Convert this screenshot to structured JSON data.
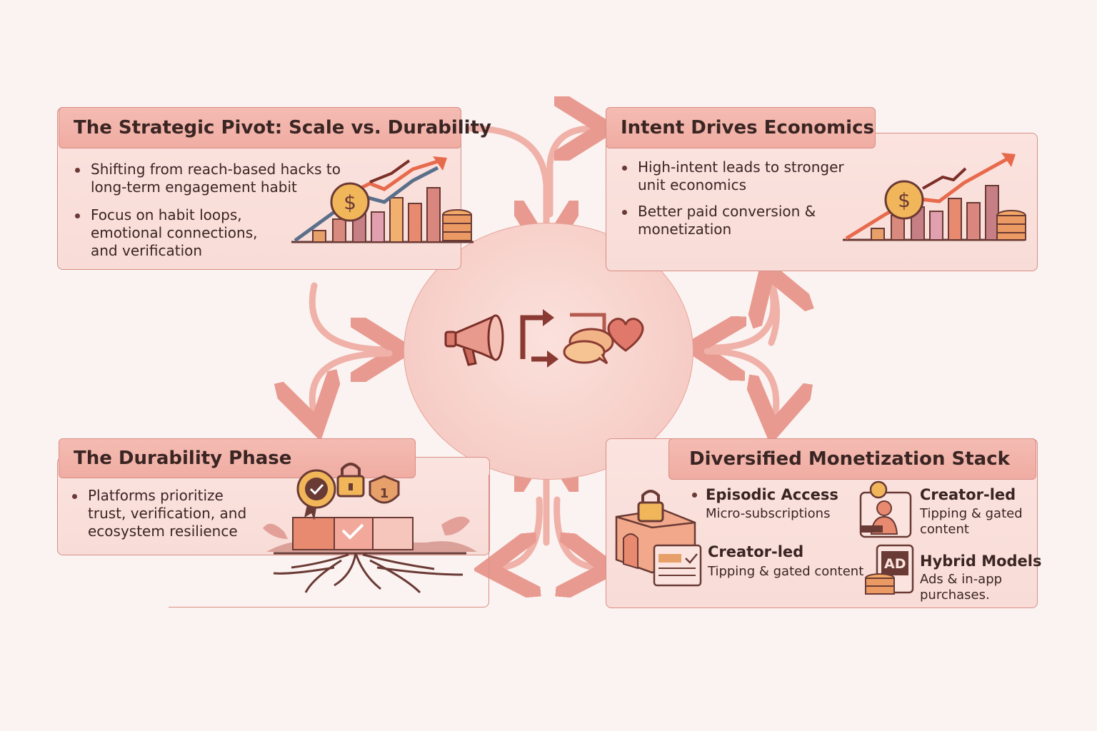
{
  "center": {
    "icons": [
      "megaphone-icon",
      "cycle-arrows-icon",
      "speech-bubbles-icon",
      "heart-icon"
    ]
  },
  "panels": {
    "strategic_pivot": {
      "title": "The Strategic Pivot: Scale vs. Durability",
      "bullets": [
        "Shifting from reach-based hacks to long-term engagement habit",
        "Focus on habit loops, emotional connections, and verification"
      ]
    },
    "intent": {
      "title": "Intent Drives Economics",
      "bullets": [
        "High-intent leads to stronger unit economics",
        "Better paid conversion & monetization"
      ]
    },
    "durability": {
      "title": "The Durability Phase",
      "bullets": [
        "Platforms prioritize trust, verification, and ecosystem resilience"
      ]
    },
    "monetization": {
      "title": "Diversified Monetization Stack",
      "items": [
        {
          "title": "Episodic Access",
          "sub": "Micro-subscriptions"
        },
        {
          "title": "Creator-led",
          "sub": "Tipping & gated content"
        },
        {
          "title": "Creator-led",
          "sub": "Tipping & gated content"
        },
        {
          "title": "Hybrid Models",
          "sub": "Ads & in-app purchases."
        }
      ],
      "ad_badge": "AD"
    }
  },
  "colors": {
    "background": "#fbf3f1",
    "panel": "#f8dcd7",
    "header": "#f0aca2",
    "border": "#d98e86",
    "arrow": "#e58b80",
    "accent_dark": "#8a3a32"
  }
}
